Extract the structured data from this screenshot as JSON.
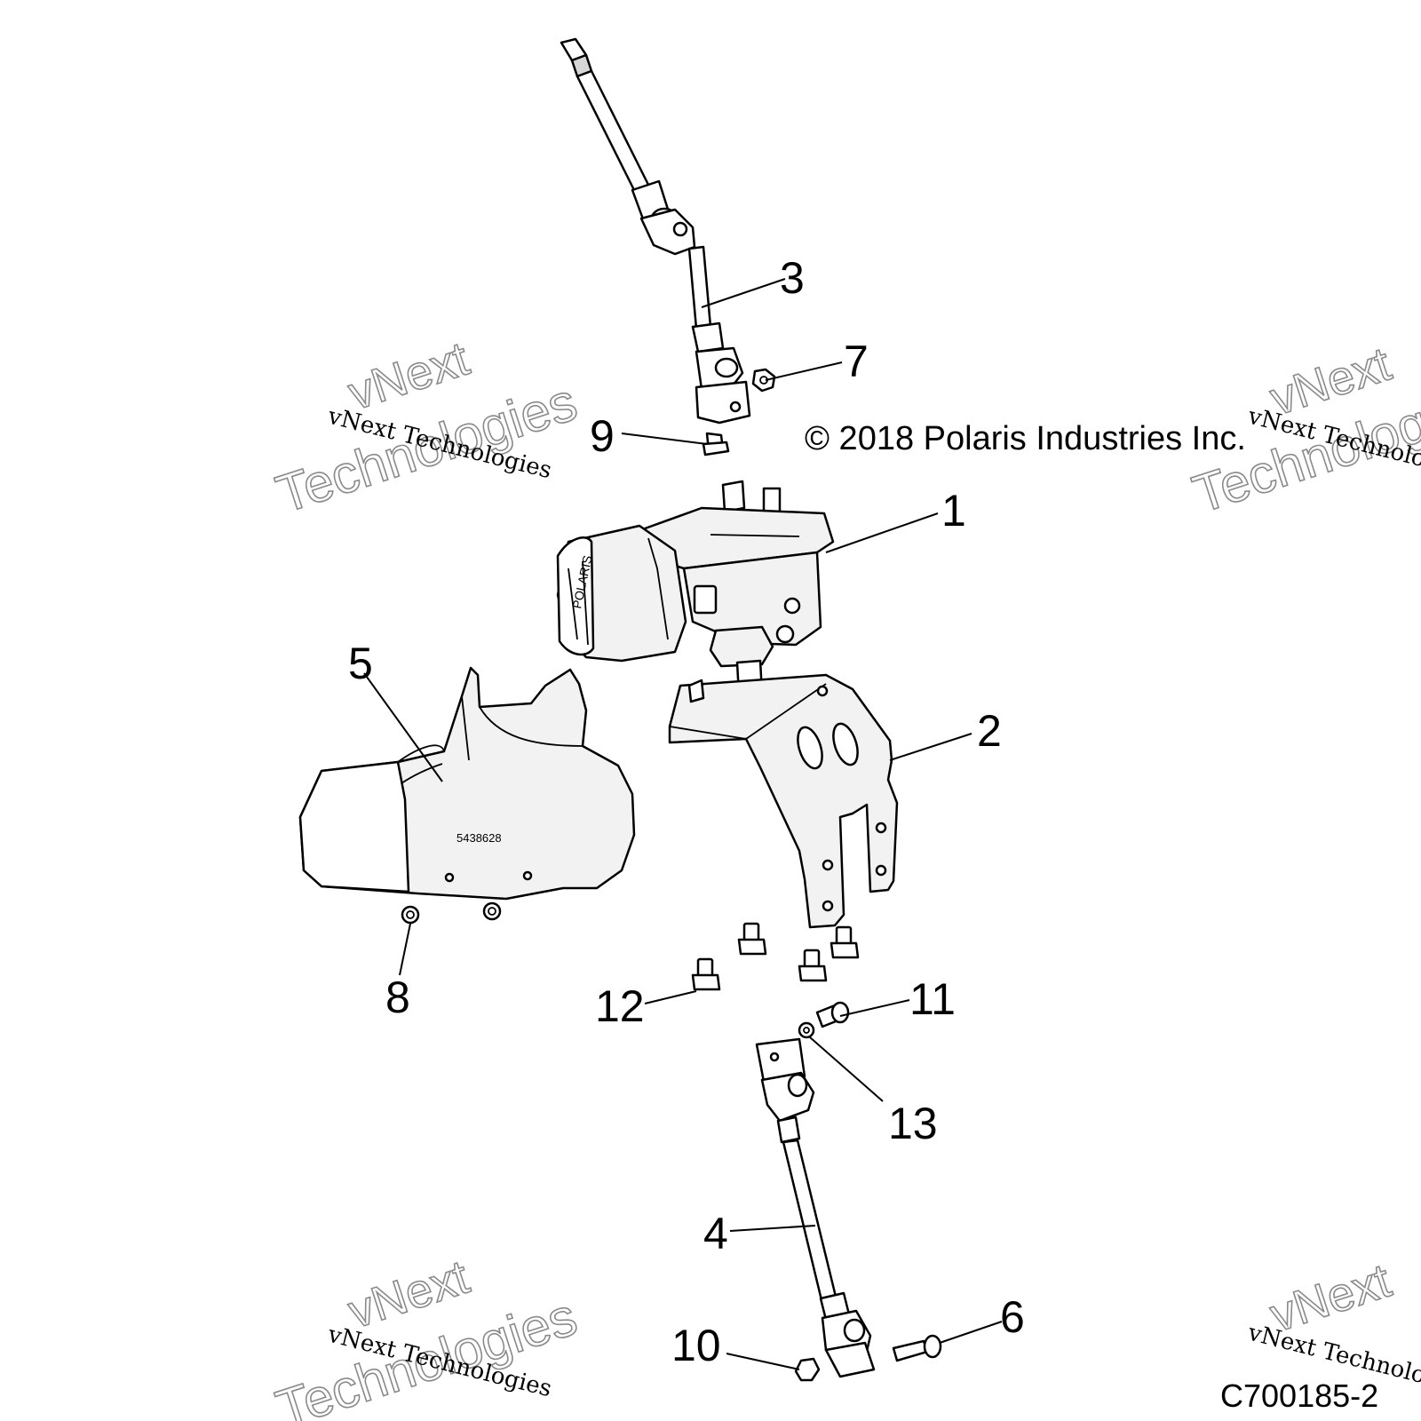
{
  "diagram": {
    "copyright": "© 2018 Polaris Industries Inc.",
    "figure_id": "C700185-2",
    "shield_part_number": "5438628",
    "watermark": {
      "small": "vNext Technologies",
      "big_line1": "vNext",
      "big_line2": "Technologies"
    },
    "callouts": [
      {
        "id": "1",
        "label": "1"
      },
      {
        "id": "2",
        "label": "2"
      },
      {
        "id": "3",
        "label": "3"
      },
      {
        "id": "4",
        "label": "4"
      },
      {
        "id": "5",
        "label": "5"
      },
      {
        "id": "6",
        "label": "6"
      },
      {
        "id": "7",
        "label": "7"
      },
      {
        "id": "8",
        "label": "8"
      },
      {
        "id": "9",
        "label": "9"
      },
      {
        "id": "10",
        "label": "10"
      },
      {
        "id": "11",
        "label": "11"
      },
      {
        "id": "12",
        "label": "12"
      },
      {
        "id": "13",
        "label": "13"
      }
    ]
  }
}
